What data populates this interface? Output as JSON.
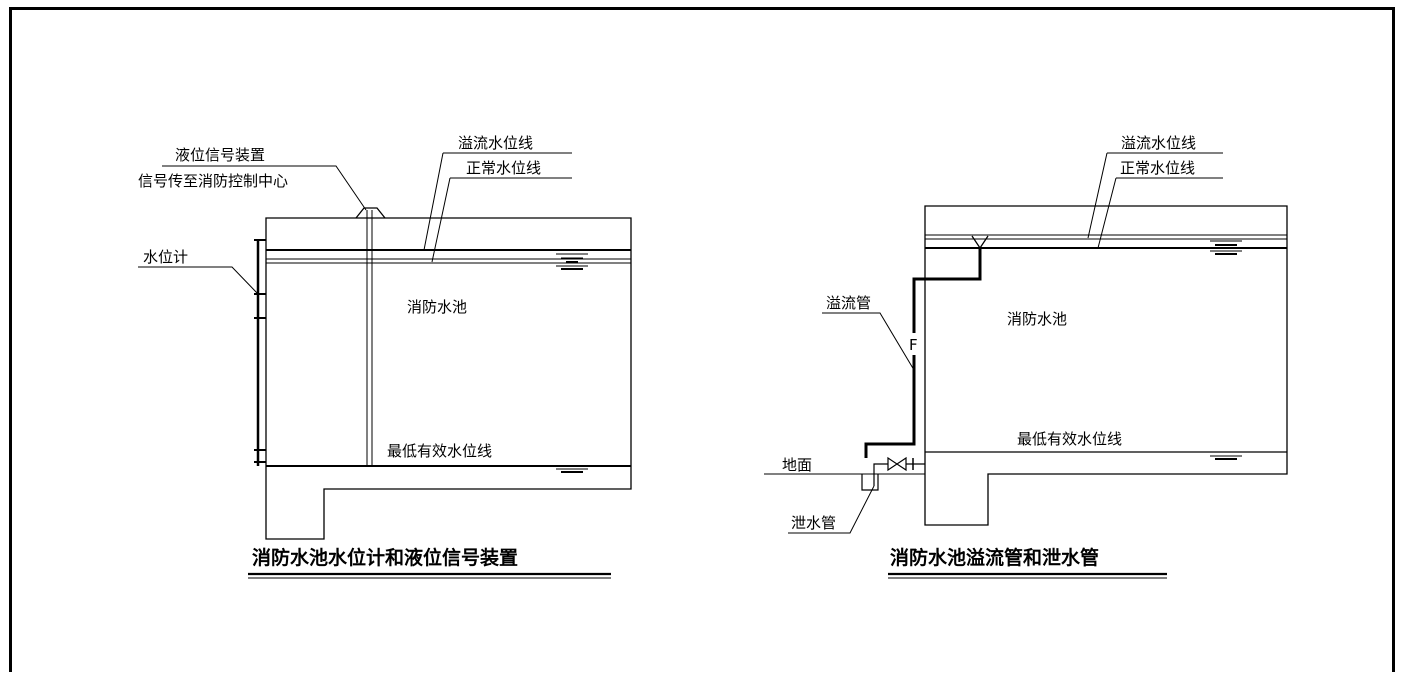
{
  "left_diagram": {
    "labels": {
      "device": "液位信号装置",
      "signal": "信号传至消防控制中心",
      "gauge": "水位计",
      "overflow_level": "溢流水位线",
      "normal_level": "正常水位线",
      "pool": "消防水池",
      "min_level": "最低有效水位线"
    },
    "title": "消防水池水位计和液位信号装置"
  },
  "right_diagram": {
    "labels": {
      "overflow_level": "溢流水位线",
      "normal_level": "正常水位线",
      "overflow_pipe": "溢流管",
      "pipe_mark": "F",
      "pool": "消防水池",
      "ground": "地面",
      "min_level": "最低有效水位线",
      "drain_pipe": "泄水管"
    },
    "title": "消防水池溢流管和泄水管"
  }
}
